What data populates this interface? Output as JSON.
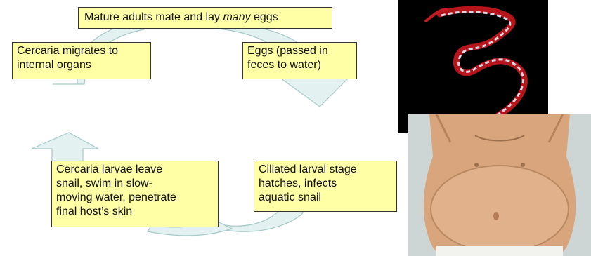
{
  "title_box": {
    "text_before": "Mature adults mate and lay ",
    "text_emph": "many",
    "text_after": " eggs"
  },
  "stages": {
    "cercaria_migrates": [
      "Cercaria migrates to",
      "internal organs"
    ],
    "eggs": [
      "Eggs (passed in",
      "feces to water)"
    ],
    "cercaria_larvae": [
      "Cercaria larvae leave",
      "snail, swim in slow-",
      "moving water, penetrate",
      "final host’s skin"
    ],
    "ciliated_larval": [
      "Ciliated larval stage",
      "hatches, infects",
      "aquatic snail"
    ]
  },
  "colors": {
    "box_fill": "#ffffa6",
    "arrow_fill": "#e3f1f1",
    "arrow_stroke": "#a8c9c9"
  }
}
